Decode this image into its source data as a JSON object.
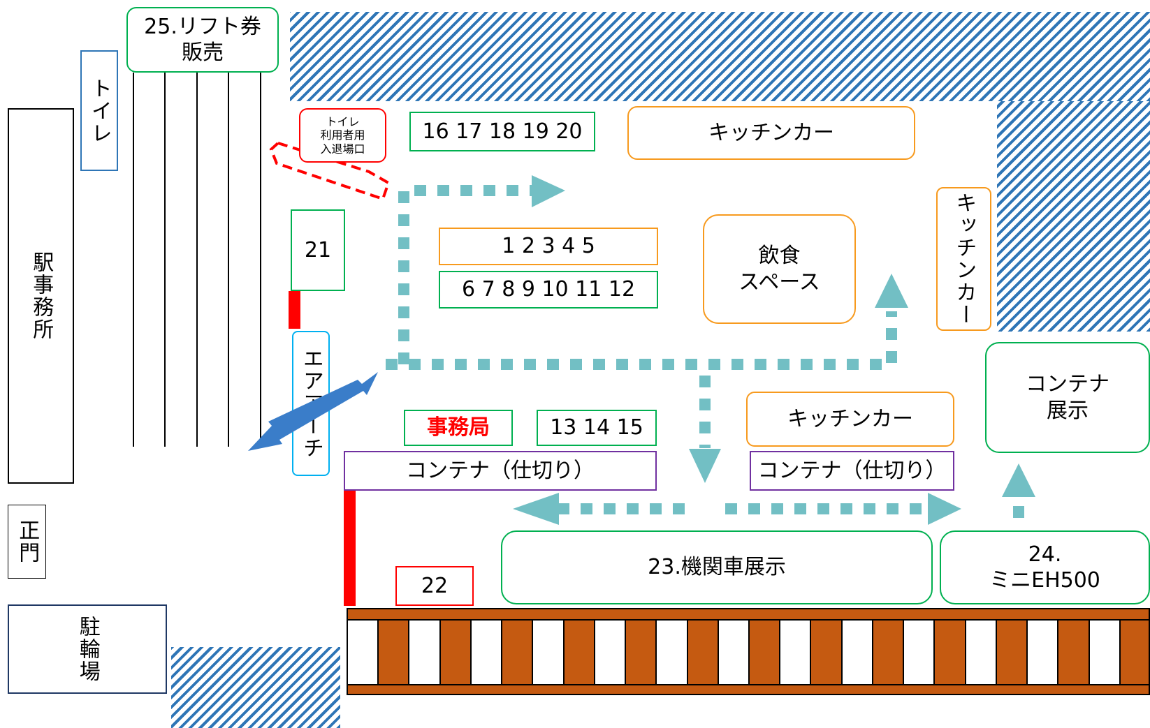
{
  "colors": {
    "hatch": "#2e75b6",
    "green_border": "#00b050",
    "orange_border": "#f79a1e",
    "blue_border": "#2e75b6",
    "lightblue_border": "#00b0f0",
    "purple_border": "#7030a0",
    "navy_border": "#1f3864",
    "red": "#ff0000",
    "teal_path": "#72bfc4",
    "arrow_blue": "#3a7dc9",
    "track_brown": "#c55a11"
  },
  "labels": {
    "lift_ticket": "25.リフト券\n販売",
    "toilet": "トイレ",
    "station_office": "駅事務所",
    "main_gate": "正門",
    "bicycle_parking": "駐輪場",
    "toilet_entrance": "トイレ\n利用者用\n入退場口",
    "booths_16_20": "16 17 18 19 20",
    "kitchen_car_top": "キッチンカー",
    "kitchen_car_right": "キッチンカー",
    "booth_21": "21",
    "booths_1_5": "1  2  3  4  5",
    "booths_6_12": "6  7  8  9  10 11 12",
    "dining_space": "飲食\nスペース",
    "air_arch": "エアアーチ",
    "container_exhibit": "コンテナ\n展示",
    "office": "事務局",
    "booths_13_15": "13 14 15",
    "kitchen_car_mid": "キッチンカー",
    "container_partition_left": "コンテナ（仕切り）",
    "container_partition_right": "コンテナ（仕切り）",
    "booth_22": "22",
    "locomotive_exhibit": "23.機関車展示",
    "mini_eh500": "24.\nミニEH500"
  },
  "track": {
    "tie_pattern": [
      "white",
      "brown",
      "white",
      "brown",
      "white",
      "brown",
      "white",
      "brown",
      "white",
      "brown",
      "white",
      "brown",
      "white",
      "brown",
      "white",
      "brown",
      "white",
      "brown",
      "white",
      "brown",
      "white",
      "brown",
      "white",
      "brown",
      "white",
      "brown"
    ]
  }
}
